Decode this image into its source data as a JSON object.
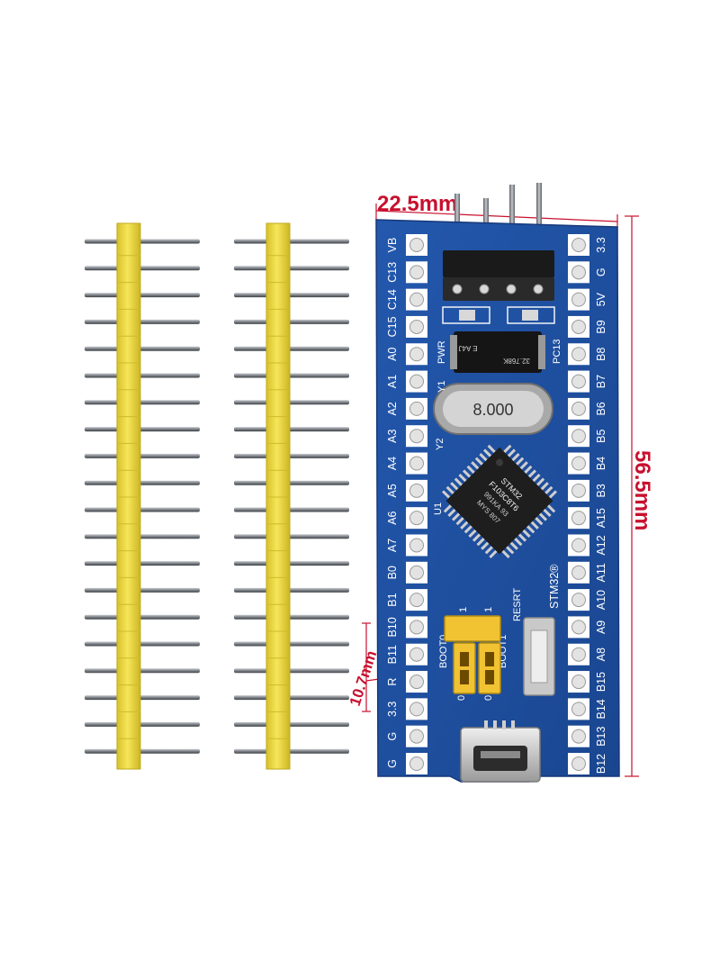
{
  "dimensions": {
    "width_label": "22.5mm",
    "height_label": "56.5mm",
    "jumper_label": "10.7mm",
    "accent_color": "#c8102e"
  },
  "board": {
    "pcb_color": "#1f4e9c",
    "left_header_labels": [
      "VB",
      "C13",
      "C14",
      "C15",
      "A0",
      "A1",
      "A2",
      "A3",
      "A4",
      "A5",
      "A6",
      "A7",
      "B0",
      "B1",
      "B10",
      "B11",
      "R",
      "3.3",
      "G",
      "G"
    ],
    "right_header_labels": [
      "3.3",
      "G",
      "5V",
      "B9",
      "B8",
      "B7",
      "B6",
      "B5",
      "B4",
      "B3",
      "A15",
      "A12",
      "A11",
      "A10",
      "A9",
      "A8",
      "B15",
      "B14",
      "B13",
      "B12"
    ],
    "silkscreen": {
      "pwr": "PWR",
      "pc13": "PC13",
      "y1": "Y1",
      "y2": "Y2",
      "u1": "U1",
      "stm32": "STM32®",
      "reset": "RESRT",
      "boot0": "BOOT0",
      "boot1": "BOOT1",
      "jumper_one_a": "1",
      "jumper_one_b": "1",
      "jumper_zero_a": "0",
      "jumper_zero_b": "0"
    },
    "crystal_label": "8.000",
    "rtc_crystal_lines": [
      "32.768K",
      "E A4J"
    ],
    "mcu_marking_lines": [
      "STM32",
      "F103C8T6",
      "991KA 93",
      "MYS 807"
    ]
  },
  "pin_headers": {
    "count": 2,
    "pins_per_header": 20,
    "housing_color": "#f0de3c",
    "pin_color": "#8a8f96"
  }
}
